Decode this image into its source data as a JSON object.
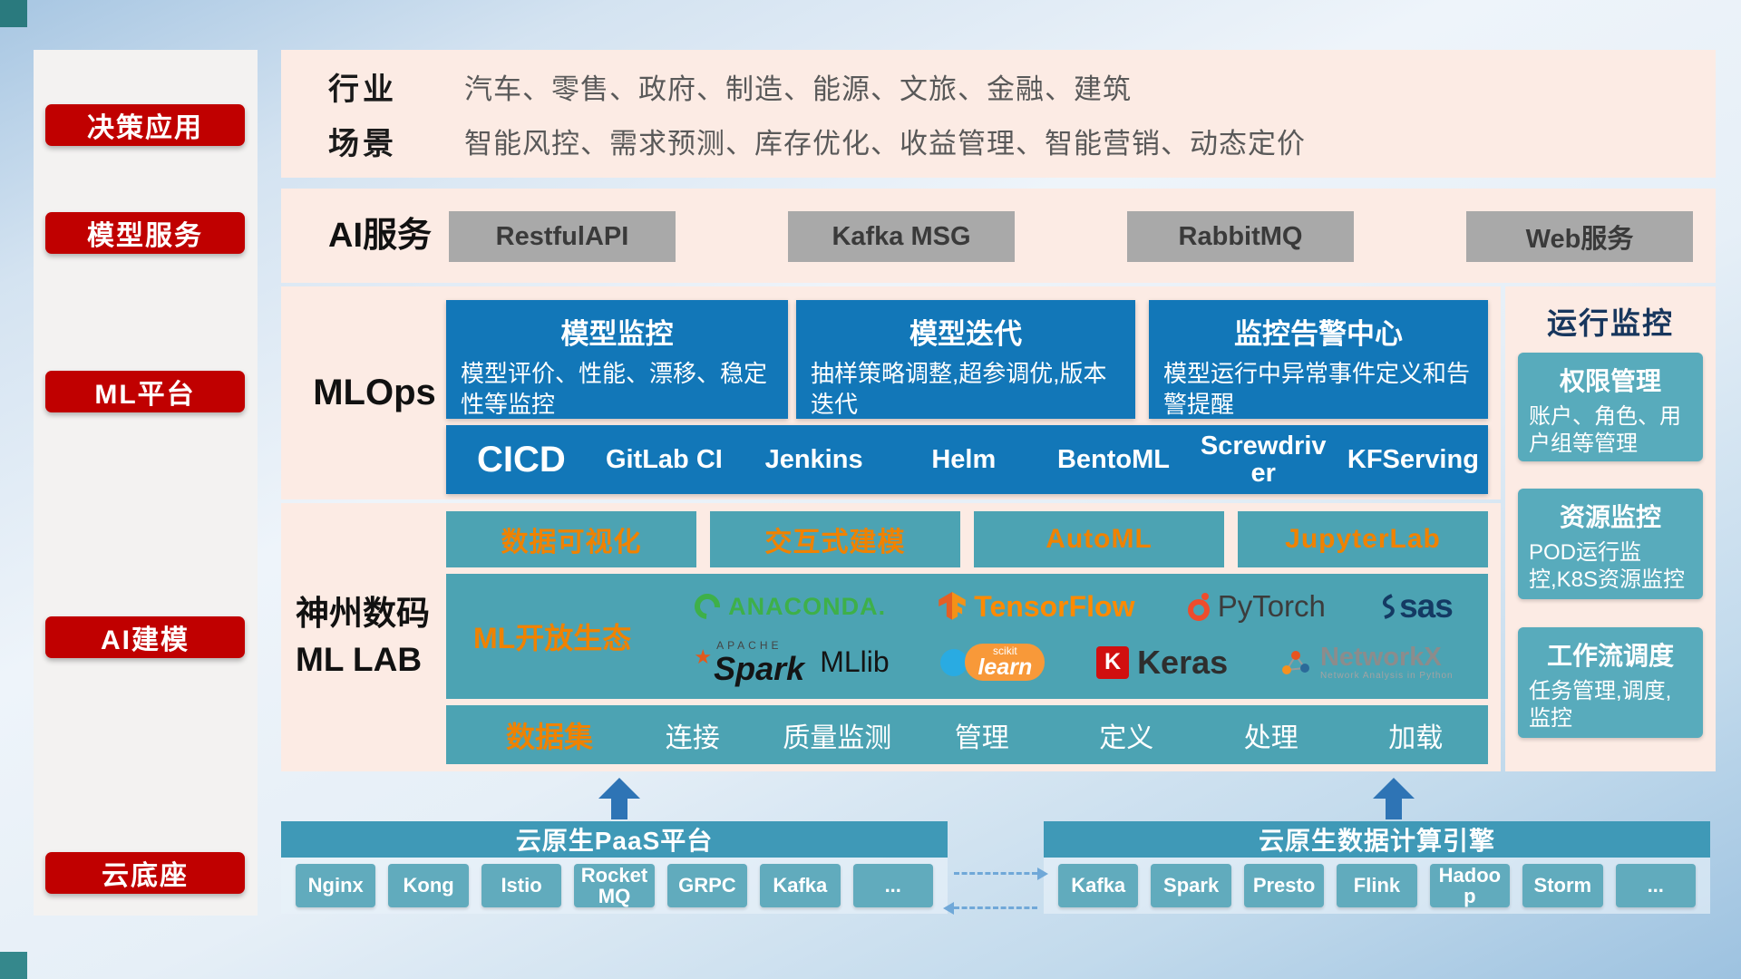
{
  "sidebar": {
    "items": [
      {
        "label": "决策应用"
      },
      {
        "label": "模型服务"
      },
      {
        "label": "ML平台"
      },
      {
        "label": "AI建模"
      },
      {
        "label": "云底座"
      }
    ]
  },
  "industry": {
    "rows": [
      {
        "label": "行业",
        "value": "汽车、零售、政府、制造、能源、文旅、金融、建筑"
      },
      {
        "label": "场景",
        "value": "智能风控、需求预测、库存优化、收益管理、智能营销、动态定价"
      }
    ]
  },
  "ai_service": {
    "label": "AI服务",
    "buttons": [
      "RestfulAPI",
      "Kafka MSG",
      "RabbitMQ",
      "Web服务"
    ]
  },
  "mlops": {
    "label": "MLOps",
    "cards": [
      {
        "title": "模型监控",
        "desc": "模型评价、性能、漂移、稳定性等监控"
      },
      {
        "title": "模型迭代",
        "desc": "抽样策略调整,超参调优,版本迭代"
      },
      {
        "title": "监控告警中心",
        "desc": "模型运行中异常事件定义和告警提醒"
      }
    ],
    "cicd_label": "CICD",
    "cicd_items": [
      "GitLab CI",
      "Jenkins",
      "Helm",
      "BentoML",
      "Screwdriver",
      "KFServing"
    ]
  },
  "monitoring": {
    "title": "运行监控",
    "cards": [
      {
        "title": "权限管理",
        "desc": "账户、角色、用户组等管理"
      },
      {
        "title": "资源监控",
        "desc": "POD运行监控,K8S资源监控"
      },
      {
        "title": "工作流调度",
        "desc": "任务管理,调度,监控"
      }
    ]
  },
  "mllab": {
    "title_line1": "神州数码",
    "title_line2": "ML LAB",
    "tools": [
      "数据可视化",
      "交互式建模",
      "AutoML",
      "JupyterLab"
    ],
    "ecosystem_label": "ML开放生态",
    "logos": {
      "anaconda": "ANACONDA.",
      "tensorflow": "TensorFlow",
      "pytorch": "PyTorch",
      "sas": "sas",
      "spark_apache": "APACHE",
      "spark_star": "★",
      "spark": "Spark",
      "mllib": "MLlib",
      "sklearn_scikit": "scikit",
      "sklearn_learn": "learn",
      "keras_k": "K",
      "keras": "Keras",
      "networkx": "NetworkX",
      "networkx_sub": "Network Analysis in Python"
    },
    "dataset_label": "数据集",
    "dataset_items": [
      "连接",
      "质量监测",
      "管理",
      "定义",
      "处理",
      "加载"
    ]
  },
  "cloud": {
    "paas_title": "云原生PaaS平台",
    "paas_items": [
      "Nginx",
      "Kong",
      "Istio",
      "RocketMQ",
      "GRPC",
      "Kafka",
      "..."
    ],
    "engine_title": "云原生数据计算引擎",
    "engine_items": [
      "Kafka",
      "Spark",
      "Presto",
      "Flink",
      "Hadoop",
      "Storm",
      "..."
    ]
  },
  "colors": {
    "accent_red": "#c00000",
    "accent_blue": "#1277b8",
    "accent_teal": "#4ca3b3",
    "accent_orange": "#f08200",
    "panel_pink": "#fcebe4",
    "bar_teal": "#3f99b7"
  }
}
